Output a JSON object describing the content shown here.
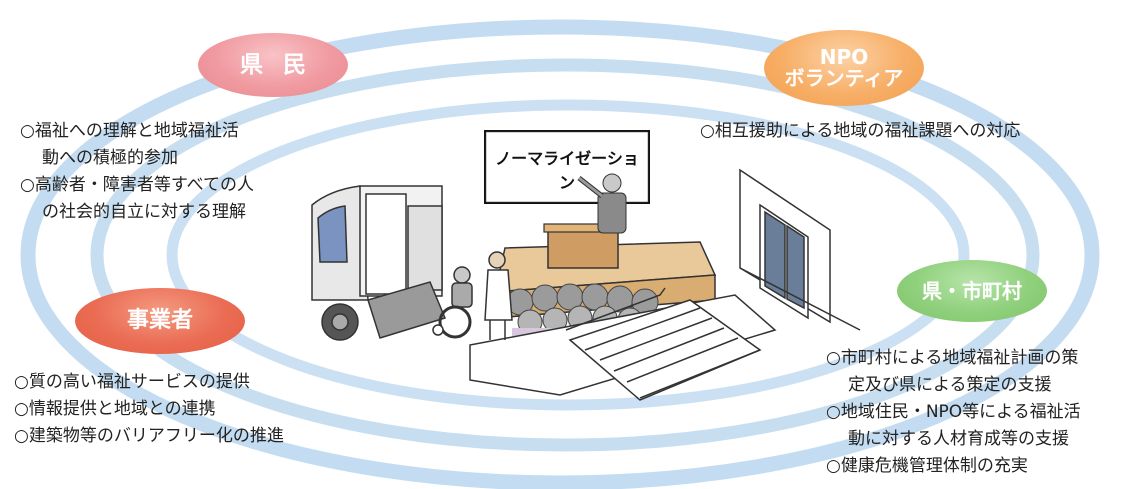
{
  "kenmin": {
    "title": "県民",
    "items": [
      {
        "line1": "○福祉への理解と地域福祉活",
        "line2": "動への積極的参加"
      },
      {
        "line1": "○高齢者・障害者等すべての人",
        "line2": "の社会的自立に対する理解"
      }
    ]
  },
  "npo": {
    "title_line1": "NPO",
    "title_line2": "ボランティア",
    "items": [
      "○相互援助による地域の福祉課題への対応"
    ]
  },
  "jigyosha": {
    "title": "事業者",
    "items": [
      "○質の高い福祉サービスの提供",
      "○情報提供と地域との連携",
      "○建築物等のバリアフリー化の推進"
    ]
  },
  "ken": {
    "title": "県・市町村",
    "items": [
      {
        "line1": "○市町村による地域福祉計画の策",
        "line2": "定及び県による策定の支援"
      },
      {
        "line1": "○地域住民・NPO等による福祉活",
        "line2": "動に対する人材育成等の支援"
      },
      {
        "line1": "○健康危機管理体制の充実",
        "line2": ""
      }
    ]
  },
  "illustration": {
    "sign": "ノーマライゼーション"
  },
  "colors": {
    "ring": "#b9d6ee",
    "kenmin": "#f09aa0",
    "npo": "#f7ae66",
    "jigyosha": "#ea6c53",
    "ken": "#8fd07c"
  }
}
